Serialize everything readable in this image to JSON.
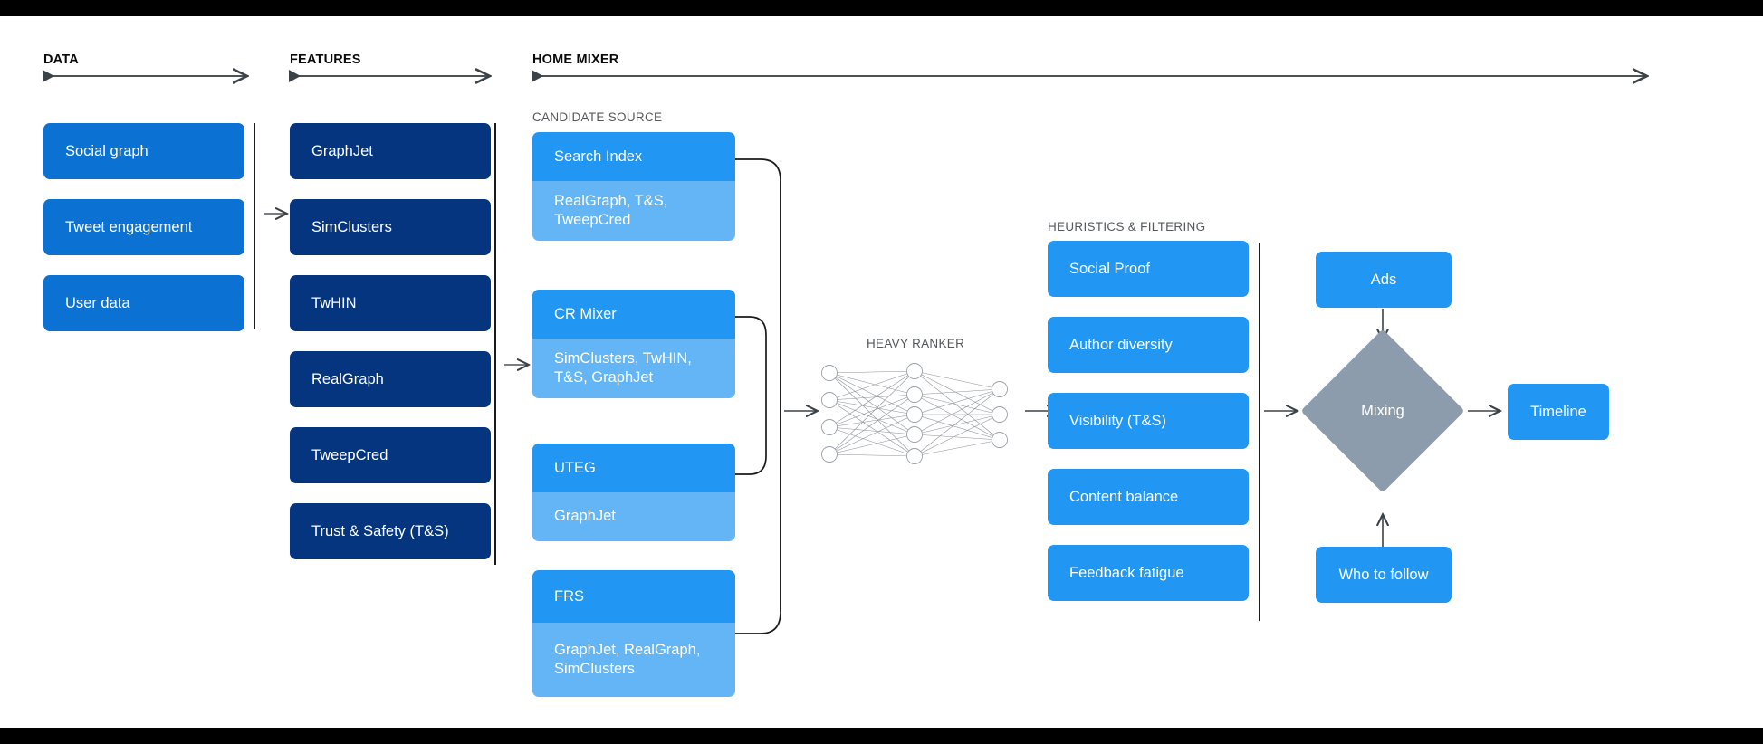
{
  "sections": {
    "data": {
      "title": "DATA"
    },
    "features": {
      "title": "FEATURES"
    },
    "home_mixer": {
      "title": "HOME MIXER"
    },
    "candidate_source": {
      "title": "CANDIDATE SOURCE"
    },
    "heavy_ranker": {
      "title": "HEAVY RANKER"
    },
    "heuristics": {
      "title": "HEURISTICS & FILTERING"
    }
  },
  "data_boxes": [
    {
      "label": "Social graph"
    },
    {
      "label": "Tweet engagement"
    },
    {
      "label": "User data"
    }
  ],
  "feature_boxes": [
    {
      "label": "GraphJet"
    },
    {
      "label": "SimClusters"
    },
    {
      "label": "TwHIN"
    },
    {
      "label": "RealGraph"
    },
    {
      "label": "TweepCred"
    },
    {
      "label": "Trust & Safety (T&S)"
    }
  ],
  "candidate_sources": [
    {
      "name": "Search Index",
      "features": "RealGraph, T&S, TweepCred"
    },
    {
      "name": "CR Mixer",
      "features": "SimClusters, TwHIN, T&S, GraphJet"
    },
    {
      "name": "UTEG",
      "features": "GraphJet"
    },
    {
      "name": "FRS",
      "features": "GraphJet, RealGraph, SimClusters"
    }
  ],
  "heuristic_boxes": [
    {
      "label": "Social Proof"
    },
    {
      "label": "Author diversity"
    },
    {
      "label": "Visibility (T&S)"
    },
    {
      "label": "Content balance"
    },
    {
      "label": "Feedback fatigue"
    }
  ],
  "output": {
    "ads": "Ads",
    "mixing": "Mixing",
    "timeline": "Timeline",
    "who_to_follow": "Who to follow"
  },
  "neural_net": {
    "input_nodes": 4,
    "hidden_nodes": 5,
    "output_nodes": 3
  },
  "colors": {
    "data_blue": "#0b72d4",
    "feature_navy": "#06357f",
    "source_header": "#2196f3",
    "source_body": "#64b5f6",
    "heuristic_blue": "#2196f3",
    "mixing_gray": "#8d9cad",
    "rule": "#1b1b1b",
    "letterbox": "#000000"
  }
}
